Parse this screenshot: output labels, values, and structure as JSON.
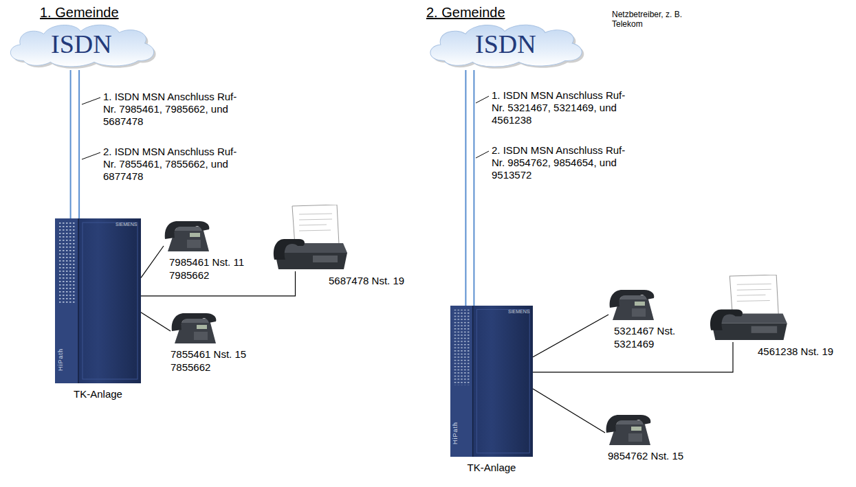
{
  "diagram": {
    "nodes": [
      {
        "text": [
          "ISDN"
        ]
      },
      {
        "text": [
          "TK-Anlage"
        ]
      },
      {
        "text": [
          "7985461 Nst. 11",
          "7985662"
        ]
      },
      {
        "text": [
          "5687478 Nst. 19"
        ]
      },
      {
        "text": [
          "7855461 Nst. 15",
          "7855662"
        ]
      },
      {
        "text": [
          "ISDN"
        ]
      },
      {
        "text": [
          "TK-Anlage"
        ]
      },
      {
        "text": [
          "5321467 Nst.",
          "5321469"
        ]
      },
      {
        "text": [
          "4561238 Nst. 19"
        ]
      },
      {
        "text": [
          "9854762 Nst. 15"
        ]
      }
    ],
    "edges": [
      {
        "from": 0,
        "to": 1,
        "arrow": "none"
      },
      {
        "from": 0,
        "to": 1,
        "arrow": "none"
      },
      {
        "from": 1,
        "to": 2,
        "arrow": "none"
      },
      {
        "from": 1,
        "to": 3,
        "arrow": "none"
      },
      {
        "from": 1,
        "to": 4,
        "arrow": "none"
      },
      {
        "from": 5,
        "to": 6,
        "arrow": "none"
      },
      {
        "from": 5,
        "to": 6,
        "arrow": "none"
      },
      {
        "from": 6,
        "to": 7,
        "arrow": "none"
      },
      {
        "from": 6,
        "to": 8,
        "arrow": "none"
      },
      {
        "from": 6,
        "to": 9,
        "arrow": "none"
      }
    ],
    "labels": [
      "1. Gemeinde",
      "1. ISDN MSN Anschluss Ruf-Nr. 7985461, 7985662, und 5687478",
      "2. ISDN MSN Anschluss Ruf-Nr. 7855461, 7855662, und 6877478",
      "SIEMENS",
      "HiPath",
      "2. Gemeinde",
      "Netzbetreiber, z. B. Telekom",
      "1. ISDN MSN Anschluss Ruf-Nr. 5321467, 5321469, und 4561238",
      "2. ISDN MSN Anschluss Ruf-Nr. 9854762, 9854654, und 9513572",
      "SIEMENS",
      "HiPath"
    ]
  }
}
